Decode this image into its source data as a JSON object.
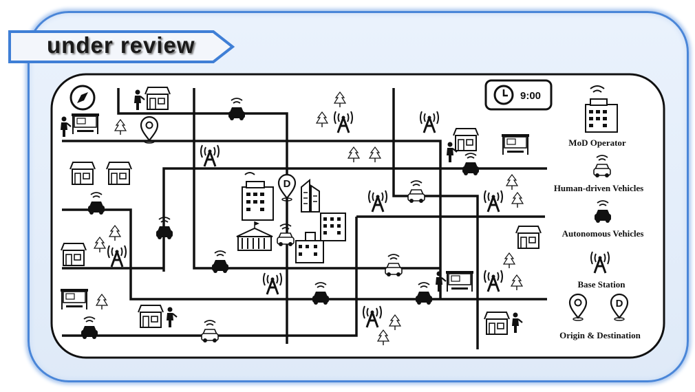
{
  "banner": {
    "label": "under review"
  },
  "clock": {
    "time": "9:00"
  },
  "legend": {
    "operator": "MoD Operator",
    "human_driven": "Human-driven Vehicles",
    "autonomous": "Autonomous Vehicles",
    "base_station": "Base Station",
    "origin_destination": "Origin & Destination"
  },
  "markers": {
    "destination_letter": "D"
  },
  "icons": [
    "compass-icon",
    "bus-stop-icon",
    "person-icon",
    "house-icon",
    "tree-icon",
    "antenna-icon",
    "car-icon",
    "location-pin-icon",
    "destination-pin-icon",
    "office-building-icon",
    "government-building-icon",
    "clock-icon"
  ],
  "colors": {
    "frame_border": "#4a86d8",
    "frame_fill": "#e4eefa",
    "map_ink": "#111111"
  }
}
